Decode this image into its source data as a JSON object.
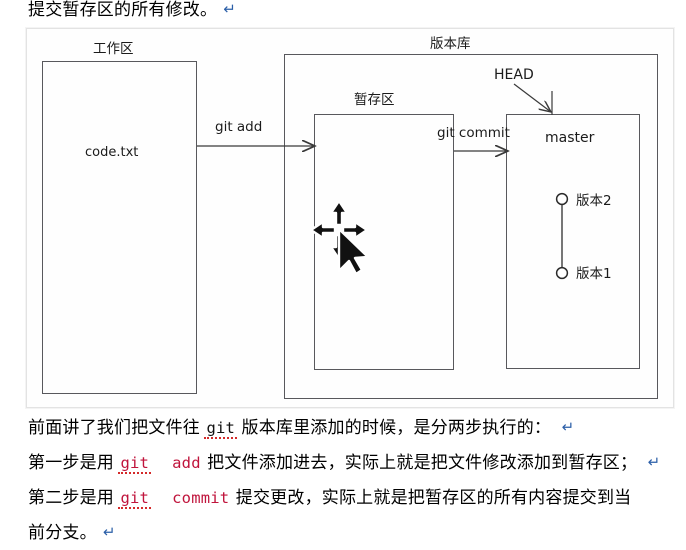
{
  "document": {
    "top_line": {
      "text": "提交暂存区的所有修改。",
      "pilcrow": "↵"
    },
    "paragraphs": [
      {
        "id": "p1",
        "segments": [
          {
            "type": "text",
            "value": "前面讲了我们把文件往 "
          },
          {
            "type": "code",
            "value": "git",
            "color": "#111111",
            "spellcheck_underline": true
          },
          {
            "type": "text",
            "value": " 版本库里添加的时候，是分两步执行的："
          }
        ],
        "plain": "前面讲了我们把文件往 git 版本库里添加的时候，是分两步执行的：",
        "pilcrow": "↵"
      },
      {
        "id": "p2",
        "segments": [
          {
            "type": "text",
            "value": "第一步是用 "
          },
          {
            "type": "code",
            "value": "git",
            "color": "#c0143c",
            "spellcheck_underline": true
          },
          {
            "type": "code",
            "value": "  add",
            "color": "#c0143c",
            "spellcheck_underline": false
          },
          {
            "type": "text",
            "value": " 把文件添加进去，实际上就是把文件修改添加到暂存区；"
          }
        ],
        "plain": "第一步是用 git  add 把文件添加进去，实际上就是把文件修改添加到暂存区；",
        "pilcrow": "↵"
      },
      {
        "id": "p3",
        "segments": [
          {
            "type": "text",
            "value": "第二步是用 "
          },
          {
            "type": "code",
            "value": "git",
            "color": "#c0143c",
            "spellcheck_underline": true
          },
          {
            "type": "code",
            "value": "  commit",
            "color": "#c0143c",
            "spellcheck_underline": false
          },
          {
            "type": "text",
            "value": " 提交更改，实际上就是把暂存区的所有内容提交到当"
          }
        ],
        "plain": "第二步是用 git  commit 提交更改，实际上就是把暂存区的所有内容提交到当",
        "pilcrow": ""
      },
      {
        "id": "p4",
        "segments": [
          {
            "type": "text",
            "value": "前分支。"
          }
        ],
        "plain": "前分支。",
        "pilcrow": "↵"
      }
    ]
  },
  "diagram": {
    "title_workspace": "工作区",
    "title_repository": "版本库",
    "title_staging": "暂存区",
    "file_label": "code.txt",
    "branch_label": "master",
    "head_label": "HEAD",
    "arrow_add_label": "git add",
    "arrow_commit_label": "git commit",
    "commits": [
      {
        "label": "版本2"
      },
      {
        "label": "版本1"
      }
    ],
    "cursor": "move-cursor",
    "colors": {
      "box_stroke": "#58585c",
      "arrow_stroke": "#3a3a3a",
      "frame_border": "#e3e3e3",
      "code_red": "#c0143c",
      "pilcrow_blue": "#2b5fa8"
    }
  }
}
